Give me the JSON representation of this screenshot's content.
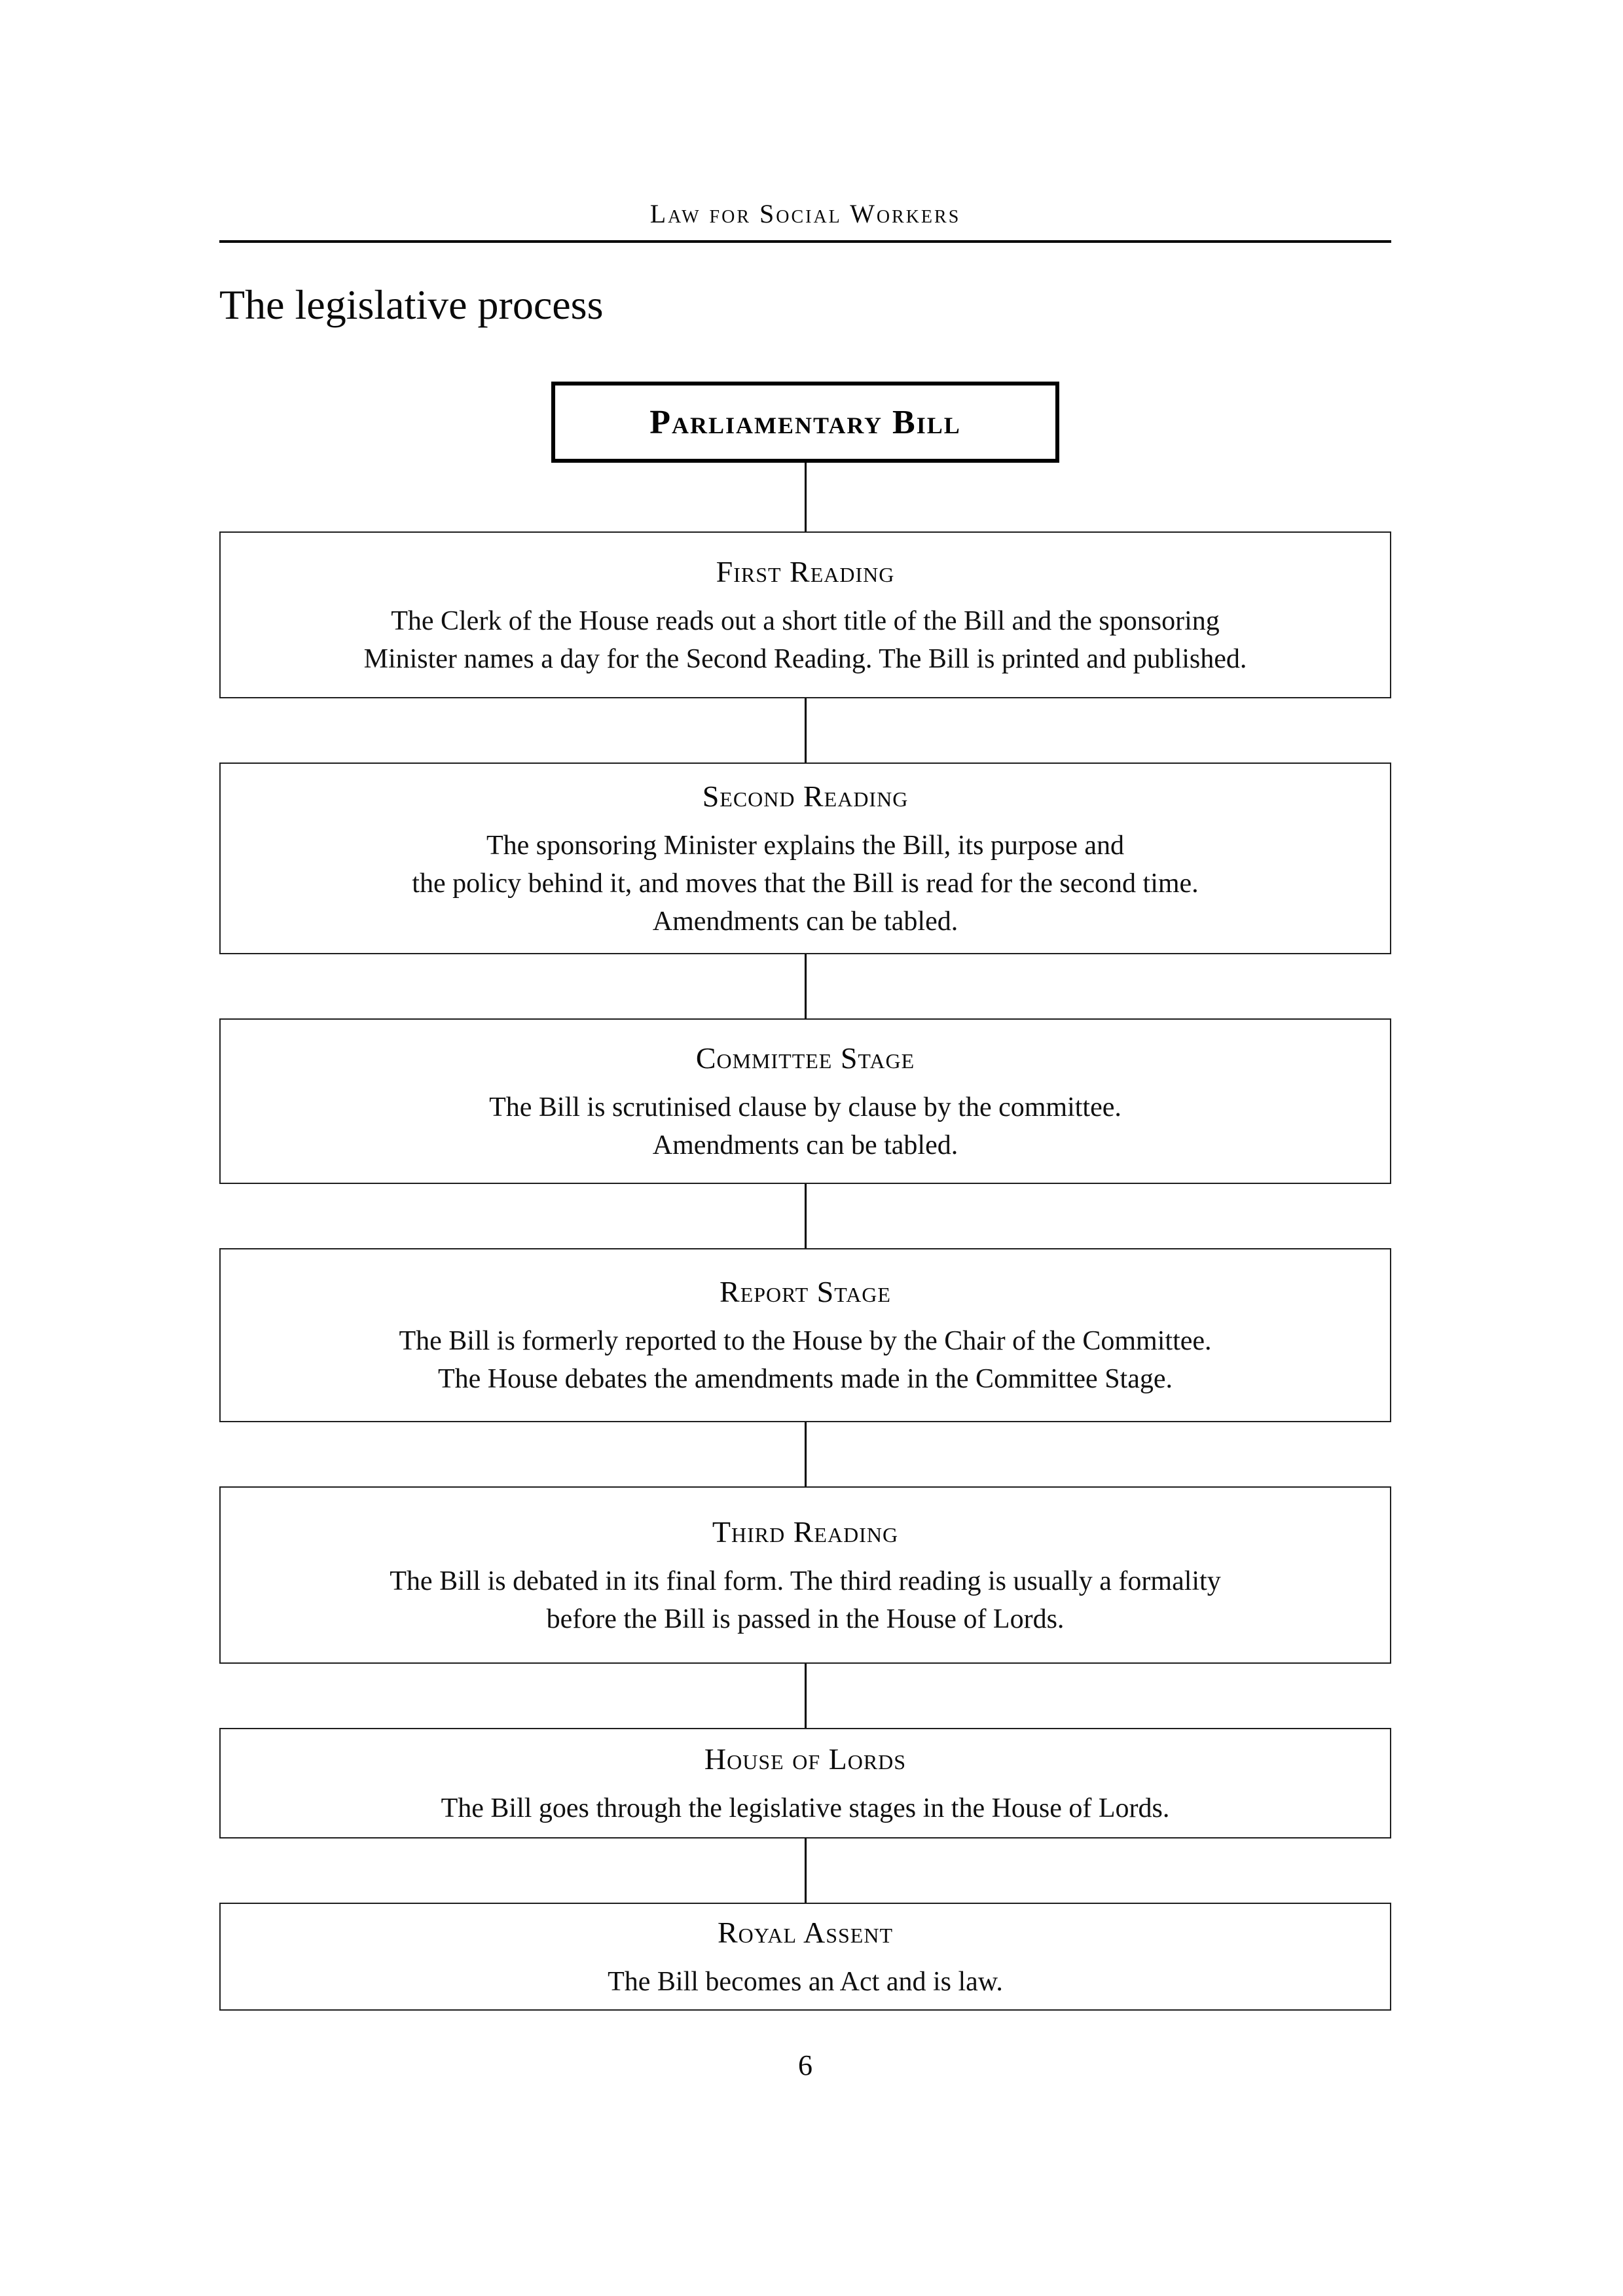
{
  "page": {
    "running_head": "Law for Social Workers",
    "title": "The legislative process",
    "page_number": "6"
  },
  "flowchart": {
    "root_label": "Parliamentary Bill",
    "stages": [
      {
        "heading": "First Reading",
        "lines": [
          "The Clerk of the House reads out a short title of the Bill and the sponsoring",
          "Minister names a day for the Second Reading. The Bill is printed and published."
        ]
      },
      {
        "heading": "Second Reading",
        "lines": [
          "The sponsoring Minister explains the Bill, its purpose and",
          "the policy behind it, and moves that the Bill is read for the second time.",
          "Amendments can be tabled."
        ]
      },
      {
        "heading": "Committee Stage",
        "lines": [
          "The Bill is scrutinised clause by clause by the committee.",
          "Amendments can be tabled."
        ]
      },
      {
        "heading": "Report Stage",
        "lines": [
          "The Bill is formerly reported to the House by the Chair of the Committee.",
          "The House debates the amendments made in the Committee Stage."
        ]
      },
      {
        "heading": "Third Reading",
        "lines": [
          "The Bill is debated in its final form. The third reading is usually a formality",
          "before the Bill is passed in the House of Lords."
        ]
      },
      {
        "heading": "House of Lords",
        "lines": [
          "The Bill goes through the legislative stages in the House of Lords."
        ]
      },
      {
        "heading": "Royal Assent",
        "lines": [
          "The Bill becomes an Act and is law."
        ]
      }
    ],
    "colors": {
      "ink": "#111111",
      "paper": "#ffffff"
    }
  }
}
